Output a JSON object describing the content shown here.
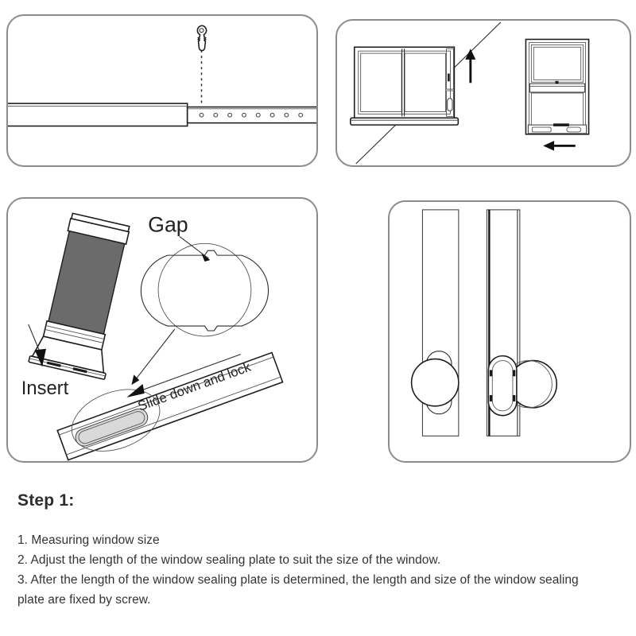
{
  "document": {
    "title": "Window Sealing Plate Installation - Step 1"
  },
  "steps": {
    "heading": "Step 1:",
    "lines": [
      "1. Measuring window size",
      "2. Adjust the length of the window sealing plate to suit the size of the window.",
      "3. After the length of the window sealing plate is determined, the length and size of the window sealing",
      "plate are fixed by screw."
    ]
  },
  "panels": {
    "plate_adjust": {
      "name": "Adjustable sealing plate with screw",
      "screw_icon": "screw-icon",
      "hole_count": 8,
      "segments": [
        "outer-plate-segment",
        "inner-perforated-segment"
      ],
      "guide_line": "dashed-screw-alignment-line"
    },
    "window_types": {
      "name": "Window types",
      "left_window": {
        "label": "horizontal-sliding-window",
        "panes": 2,
        "arrow_direction": "up"
      },
      "right_window": {
        "label": "vertical-sash-window",
        "sashes": 2,
        "arrow_direction": "left"
      },
      "divider": "diagonal-divider-line"
    },
    "insert_lock": {
      "name": "Insert hose and lock plate",
      "labels": {
        "gap": "Gap",
        "insert": "Insert",
        "slide": "Slide down and lock"
      },
      "hose": "exhaust-hose-adapter",
      "detail_circle": "magnified-gap-detail",
      "slot_plate": "slotted-lock-plate"
    },
    "plate_strips": {
      "name": "Sealing plate strips with lock knob",
      "left_strip": {
        "label": "strip-with-knob",
        "feature": "round-knob"
      },
      "right_strip": {
        "label": "strip-with-oval-slot",
        "feature": "oval-slot"
      }
    }
  },
  "colors": {
    "panel_border": "#8c8c8c",
    "line": "#1d1d1d",
    "mesh_fill": "#6b6b6b",
    "text": "#333333",
    "background": "#ffffff"
  }
}
